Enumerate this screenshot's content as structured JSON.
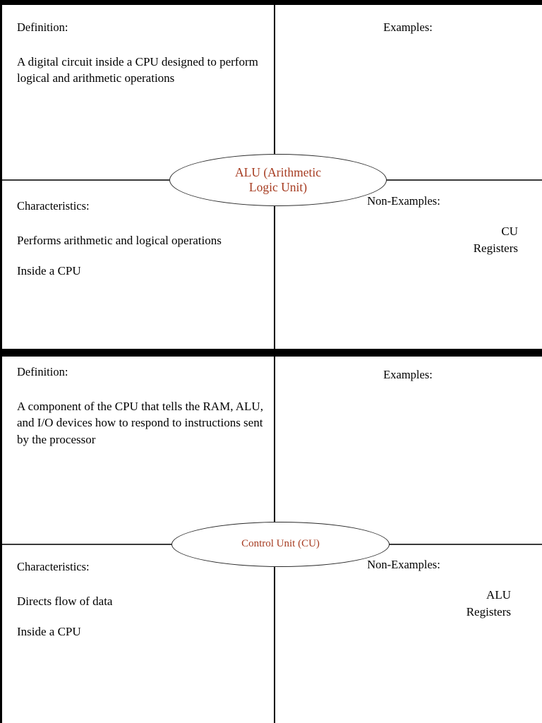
{
  "document": {
    "type": "frayer-model-concept-cards",
    "accent_color": "#a63c21",
    "text_color": "#000000",
    "background_color": "#ffffff",
    "border_color": "#000000"
  },
  "labels": {
    "definition": "Definition:",
    "examples": "Examples:",
    "characteristics": "Characteristics:",
    "non_examples": "Non-Examples:"
  },
  "cards": [
    {
      "term_line_1": "ALU (Arithmetic",
      "term_line_2": "Logic Unit)",
      "definition_heading": "Definition:",
      "definition_text": "A digital circuit inside a CPU designed to perform logical and arithmetic operations",
      "examples_heading": "Examples:",
      "examples_items": [],
      "characteristics_heading": "Characteristics:",
      "characteristics_items": [
        "Performs arithmetic and logical operations",
        "Inside a CPU"
      ],
      "non_examples_heading": "Non-Examples:",
      "non_examples_items": [
        "CU",
        "Registers"
      ]
    },
    {
      "term_line_1": "Control Unit (CU)",
      "term_line_2": "",
      "definition_heading": "Definition:",
      "definition_text": "A component of the CPU that tells the RAM, ALU, and I/O devices how to respond to instructions sent by the processor",
      "examples_heading": "Examples:",
      "examples_items": [],
      "characteristics_heading": "Characteristics:",
      "characteristics_items": [
        "Directs flow of data",
        "Inside a CPU"
      ],
      "non_examples_heading": "Non-Examples:",
      "non_examples_items": [
        "ALU",
        "Registers"
      ]
    }
  ]
}
